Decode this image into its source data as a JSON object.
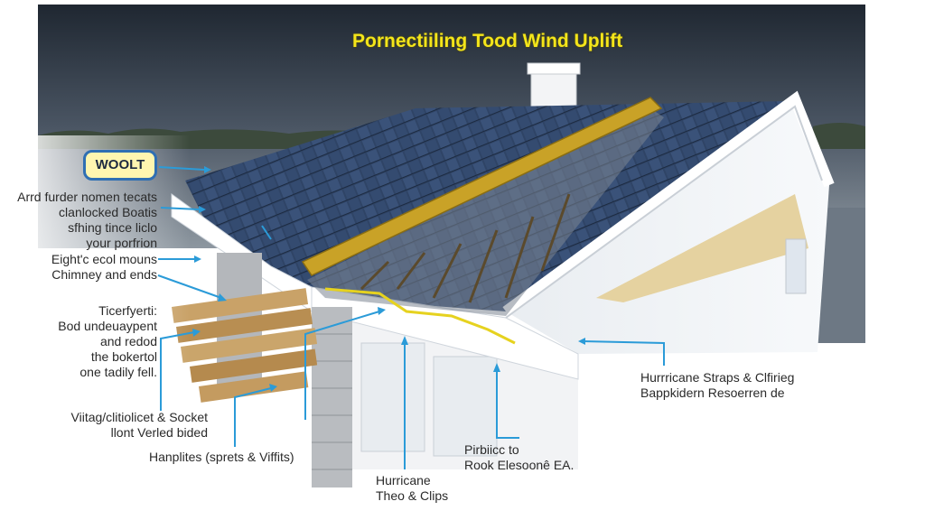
{
  "title": "Pornectiiling Tood Wind Uplift",
  "badge": "WOOLT",
  "labels": {
    "left_block_1": [
      "Arrd furder nomen tecats",
      "clanlocked Boatis",
      "sfhing tince liclo",
      "your porfrion"
    ],
    "left_block_2": [
      "Eight'c ecol mouns",
      "Chimney and ends"
    ],
    "left_block_3": [
      "Ticerfyerti:",
      "Bod undeuaypent",
      "and redod",
      "the bokertol",
      "one tadily fell."
    ],
    "left_block_4": [
      "Viitag/clitiolicet &  Socket",
      "llont Verled bided"
    ],
    "bottom_1": "Hanplites (sprets & Viffits)",
    "bottom_2": [
      "Hurricane",
      "Theo & Clips"
    ],
    "bottom_3": [
      "Pirbiicc to",
      "Rook Elesoonê EA."
    ],
    "right_1": [
      "Hurrricane Straps & Clfirieg",
      "Bappkidern Resoerren de"
    ]
  },
  "colors": {
    "sky_dark": "#2b3440",
    "shingle": "#2f4466",
    "ridge_beam": "#c9a227",
    "leader": "#2b9bd8",
    "title": "#f4e51a"
  }
}
